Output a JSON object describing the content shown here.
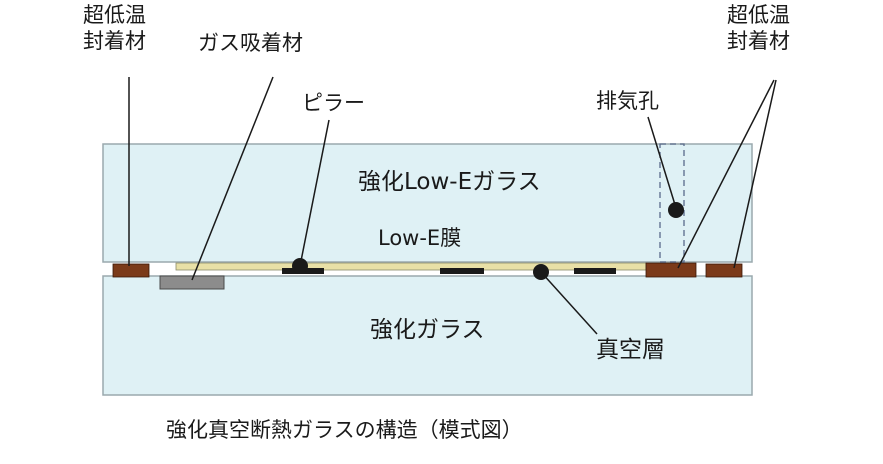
{
  "labels": {
    "sealant_left": [
      "超低温",
      "封着材"
    ],
    "gas_absorber": "ガス吸着材",
    "pillar": "ピラー",
    "exhaust_hole": "排気孔",
    "sealant_right": [
      "超低温",
      "封着材"
    ],
    "top_glass": "強化Low-Eガラス",
    "lowe_film": "Low-E膜",
    "bottom_glass": "強化ガラス",
    "vacuum_layer": "真空層"
  },
  "caption": "強化真空断熱ガラスの構造（模式図）",
  "colors": {
    "glass_fill": "#dff1f5",
    "glass_stroke": "#9aa9ad",
    "sealant": "#7b3a19",
    "absorber": "#8c8c8c",
    "film": "#d9cf8f",
    "pillar": "#1a1a1a"
  }
}
